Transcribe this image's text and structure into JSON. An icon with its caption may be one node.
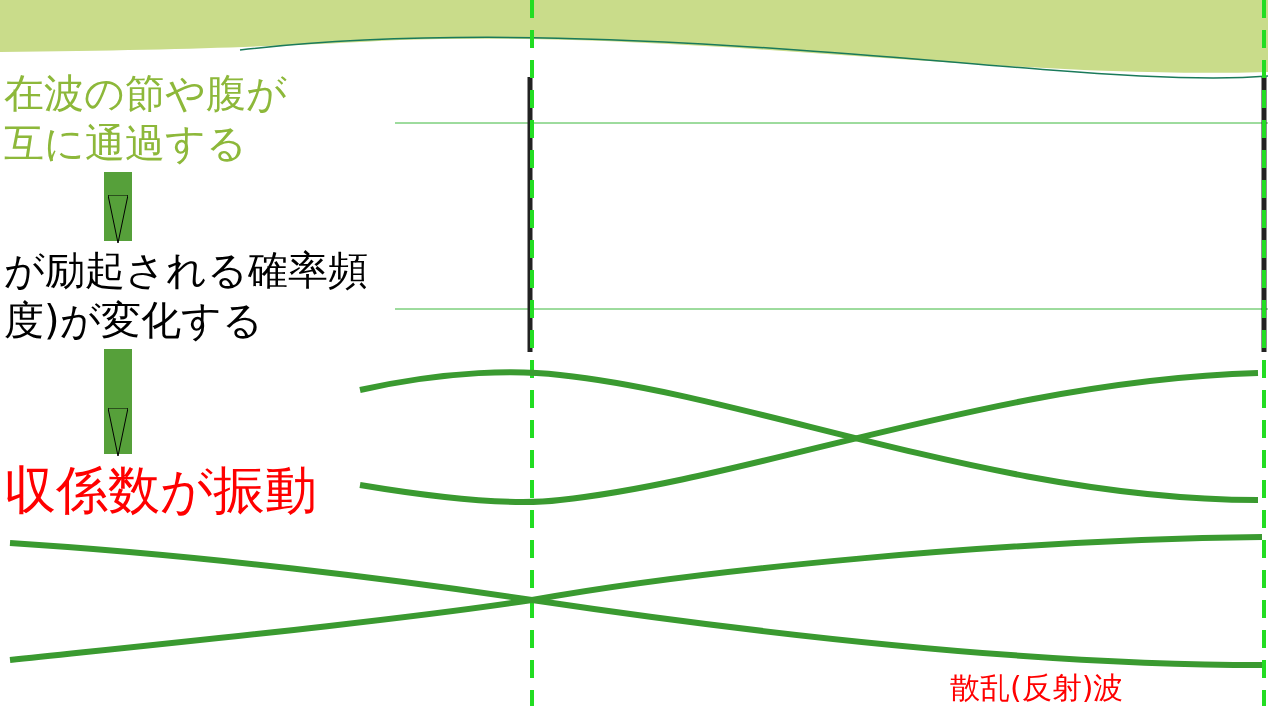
{
  "diagram": {
    "nodes": [
      {
        "text": [
          "在波の節や腹が互に通過する"
        ]
      },
      {
        "text": [
          "が励起される確率頻度)が変化する"
        ]
      },
      {
        "text": [
          "収係数が振動"
        ]
      }
    ],
    "edges": [
      {
        "from": 0,
        "to": 1,
        "arrow": "to"
      },
      {
        "from": 1,
        "to": 2,
        "arrow": "to"
      }
    ],
    "labels": [
      "散乱(反射)波"
    ]
  }
}
